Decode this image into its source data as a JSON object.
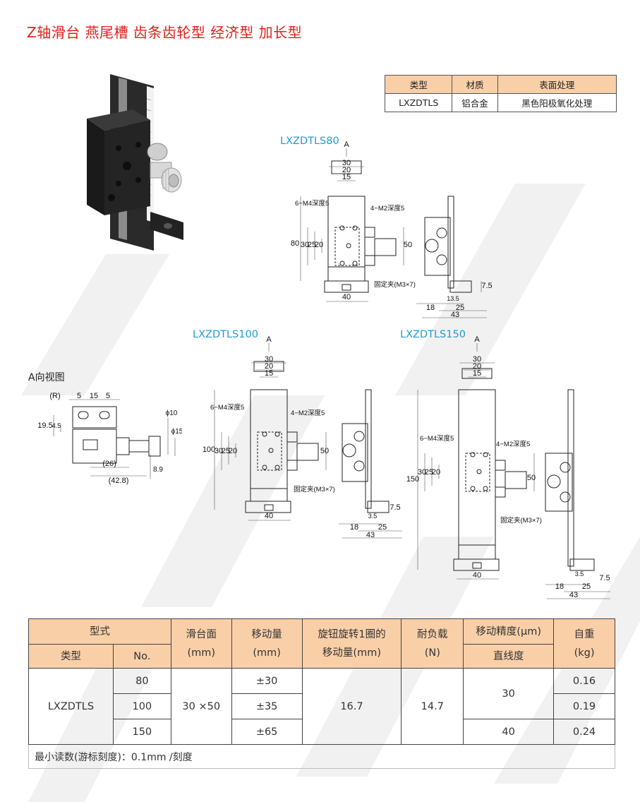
{
  "title": "Z轴滑台 燕尾槽 齿条齿轮型 经济型 加长型",
  "spec_table": {
    "headers": [
      "类型",
      "材质",
      "表面处理"
    ],
    "row": [
      "LXZDTLS",
      "铝合金",
      "黑色阳极氧化处理"
    ]
  },
  "labels": {
    "model_80": "LXZDTLS80",
    "model_100": "LXZDTLS100",
    "model_150": "LXZDTLS150",
    "a_view": "A向视图"
  },
  "drawing": {
    "A": "A",
    "d30": "30",
    "d20": "20",
    "d15": "15",
    "d40": "40",
    "d50": "50",
    "d80": "80",
    "d100": "100",
    "d150": "150",
    "d25": "25",
    "d18": "18",
    "d43": "43",
    "d7_5": "7.5",
    "d13_5": "13.5",
    "d3_5": "3.5",
    "m4": "6−M4深度5",
    "m2": "4−M2深度5",
    "clamp": "固定夹(M3×7)",
    "av_R": "(R)",
    "av_5a": "5",
    "av_15": "15",
    "av_5b": "5",
    "av_19_5": "19.5",
    "av_4_5": "4.5",
    "av_phi10": "ϕ10",
    "av_phi15": "ϕ15",
    "av_26": "(26)",
    "av_42_8": "(42.8)",
    "av_8_9": "8.9"
  },
  "main_table": {
    "h_model": "型式",
    "h_type": "类型",
    "h_no": "No.",
    "h_slide_1": "滑台面",
    "h_slide_2": "(mm)",
    "h_travel_1": "移动量",
    "h_travel_2": "(mm)",
    "h_knob_1": "旋钮旋转1圈的",
    "h_knob_2": "移动量(mm)",
    "h_load_1": "耐负载",
    "h_load_2": "(N)",
    "h_acc_1": "移动精度(μm)",
    "h_acc_2": "直线度",
    "h_weight_1": "自重",
    "h_weight_2": "(kg)",
    "type": "LXZDTLS",
    "nos": [
      "80",
      "100",
      "150"
    ],
    "slide": "30 ×50",
    "travels": [
      "±30",
      "±35",
      "±65"
    ],
    "knob": "16.7",
    "load": "14.7",
    "straightness_a": "30",
    "straightness_b": "40",
    "weights": [
      "0.16",
      "0.19",
      "0.24"
    ],
    "note": "最小读数(游标刻度)：0.1mm /刻度"
  }
}
